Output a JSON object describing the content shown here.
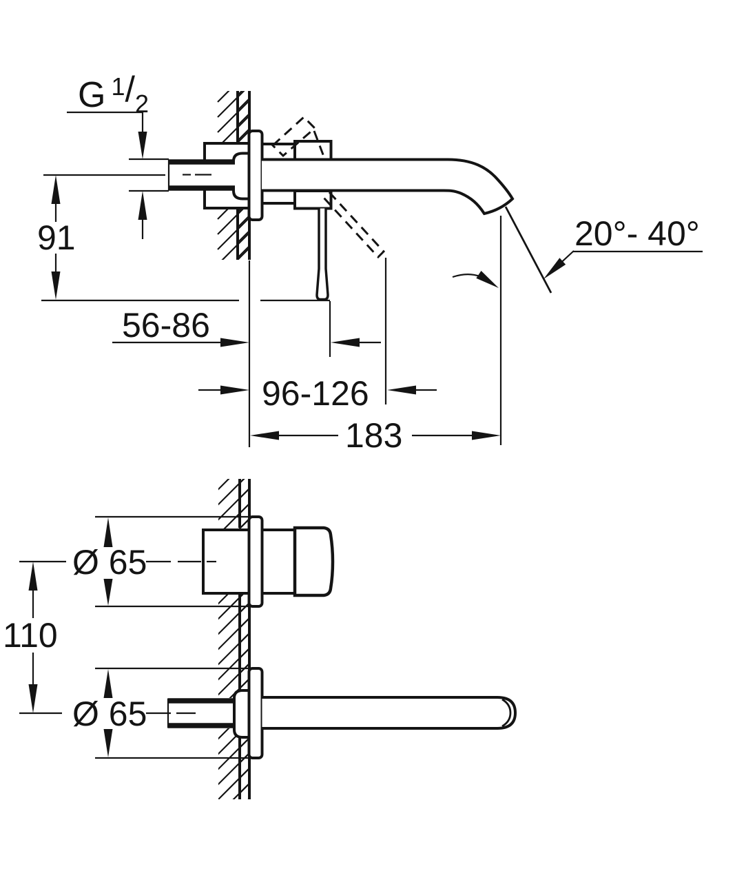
{
  "page": {
    "background": "#ffffff",
    "line_color": "#141414",
    "description": "Technical installation drawing of a two-hole wall-mounted basin mixer, side section view and plan view with dimensions in mm"
  },
  "side_view": {
    "thread_label": {
      "letter": "G",
      "numerator": "1",
      "slash": "/",
      "denominator": "2"
    },
    "height_to_spout_center": "91",
    "wall_to_handle_range": "56-86",
    "wall_to_lever_tip_range": "96-126",
    "spout_projection": "183",
    "spray_angle_range": "20°- 40°"
  },
  "front_view": {
    "handle_escutcheon_diameter": "Ø 65",
    "spout_escutcheon_diameter": "Ø 65",
    "center_distance": "110"
  }
}
